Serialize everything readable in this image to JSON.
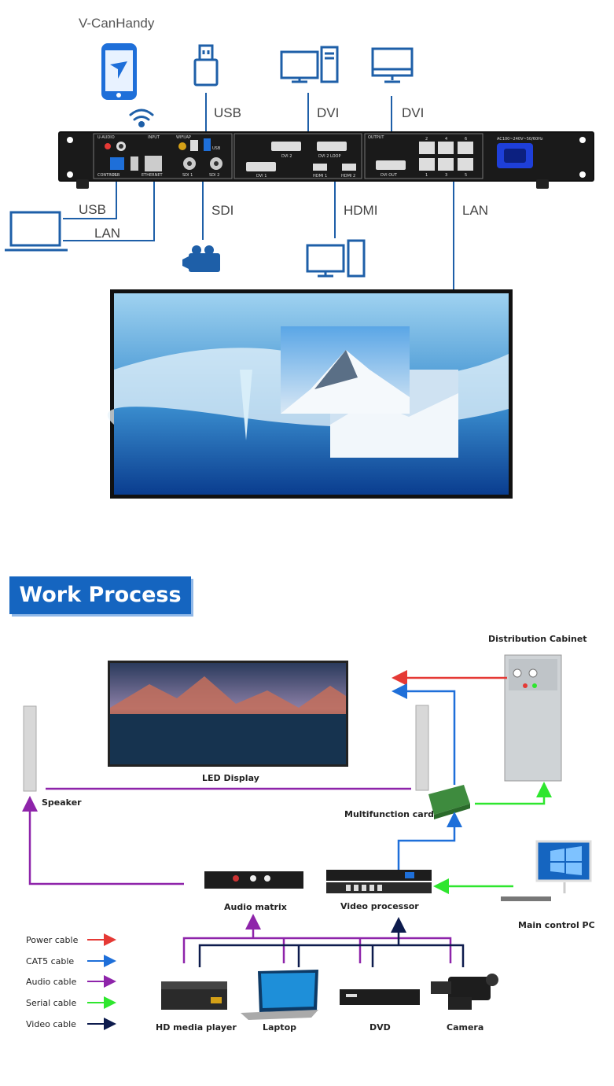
{
  "top": {
    "brand": "V-CanHandy",
    "labels": {
      "usb_top": "USB",
      "dvi_a": "DVI",
      "dvi_b": "DVI",
      "usb_bottom": "USB",
      "lan_left": "LAN",
      "sdi": "SDI",
      "hdmi": "HDMI",
      "lan_right": "LAN"
    },
    "panel": {
      "u_audio": "U-AUDIO",
      "input": "INPUT",
      "wifi_ap": "WIFI/AP",
      "usb": "USB",
      "control": "CONTROL",
      "usb2": "USB",
      "ethernet": "ETHERNET",
      "sdi1": "SDI 1",
      "sdi2": "SDI 2",
      "dvi2": "DVI 2",
      "dvi1": "DVI 1",
      "dvi2loop": "DVI 2 LOOP",
      "hdmi1": "HDMI 1",
      "hdmi2": "HDMI 2",
      "output": "OUTPUT",
      "dvi_out": "DVI OUT",
      "port_top": [
        "2",
        "4",
        "6"
      ],
      "port_bottom": [
        "1",
        "3",
        "5"
      ],
      "power": "AC100~240V~50/60Hz"
    }
  },
  "work_process": {
    "title": "Work Process",
    "labels": {
      "distribution_cabinet": "Distribution Cabinet",
      "led_display": "LED Display",
      "speaker": "Speaker",
      "multifunction_card": "Multifunction card",
      "audio_matrix": "Audio matrix",
      "video_processor": "Video processor",
      "main_control_pc": "Main control PC",
      "hd_media_player": "HD media player",
      "laptop": "Laptop",
      "dvd": "DVD",
      "camera": "Camera"
    },
    "legend": [
      {
        "label": "Power cable",
        "color": "#e53935"
      },
      {
        "label": "CAT5 cable",
        "color": "#1e6fd9"
      },
      {
        "label": "Audio cable",
        "color": "#8e24aa"
      },
      {
        "label": "Serial cable",
        "color": "#2ee62e"
      },
      {
        "label": "Video cable",
        "color": "#0d1b4d"
      }
    ]
  },
  "colors": {
    "line_blue": "#1e5fa8",
    "power": "#e53935",
    "cat5": "#1e6fd9",
    "audio": "#8e24aa",
    "serial": "#2ee62e",
    "video": "#0d1b4d",
    "title_bg": "#1565c0"
  }
}
